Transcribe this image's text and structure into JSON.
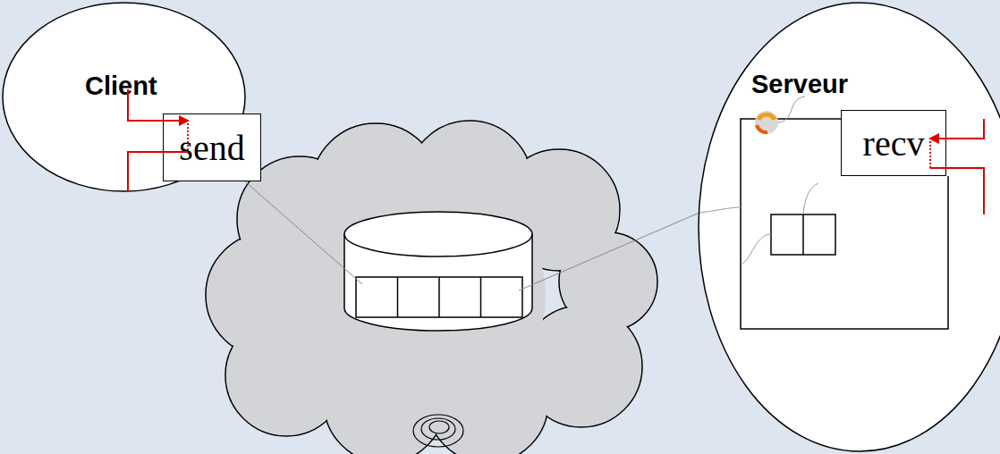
{
  "diagram": {
    "nodes": [
      {
        "text": [
          "Client"
        ]
      },
      {
        "text": [
          "send"
        ],
        "in": 0
      },
      {
        "text": [
          "Serveur"
        ]
      },
      {
        "text": [
          "recv"
        ],
        "in": 2
      }
    ]
  }
}
